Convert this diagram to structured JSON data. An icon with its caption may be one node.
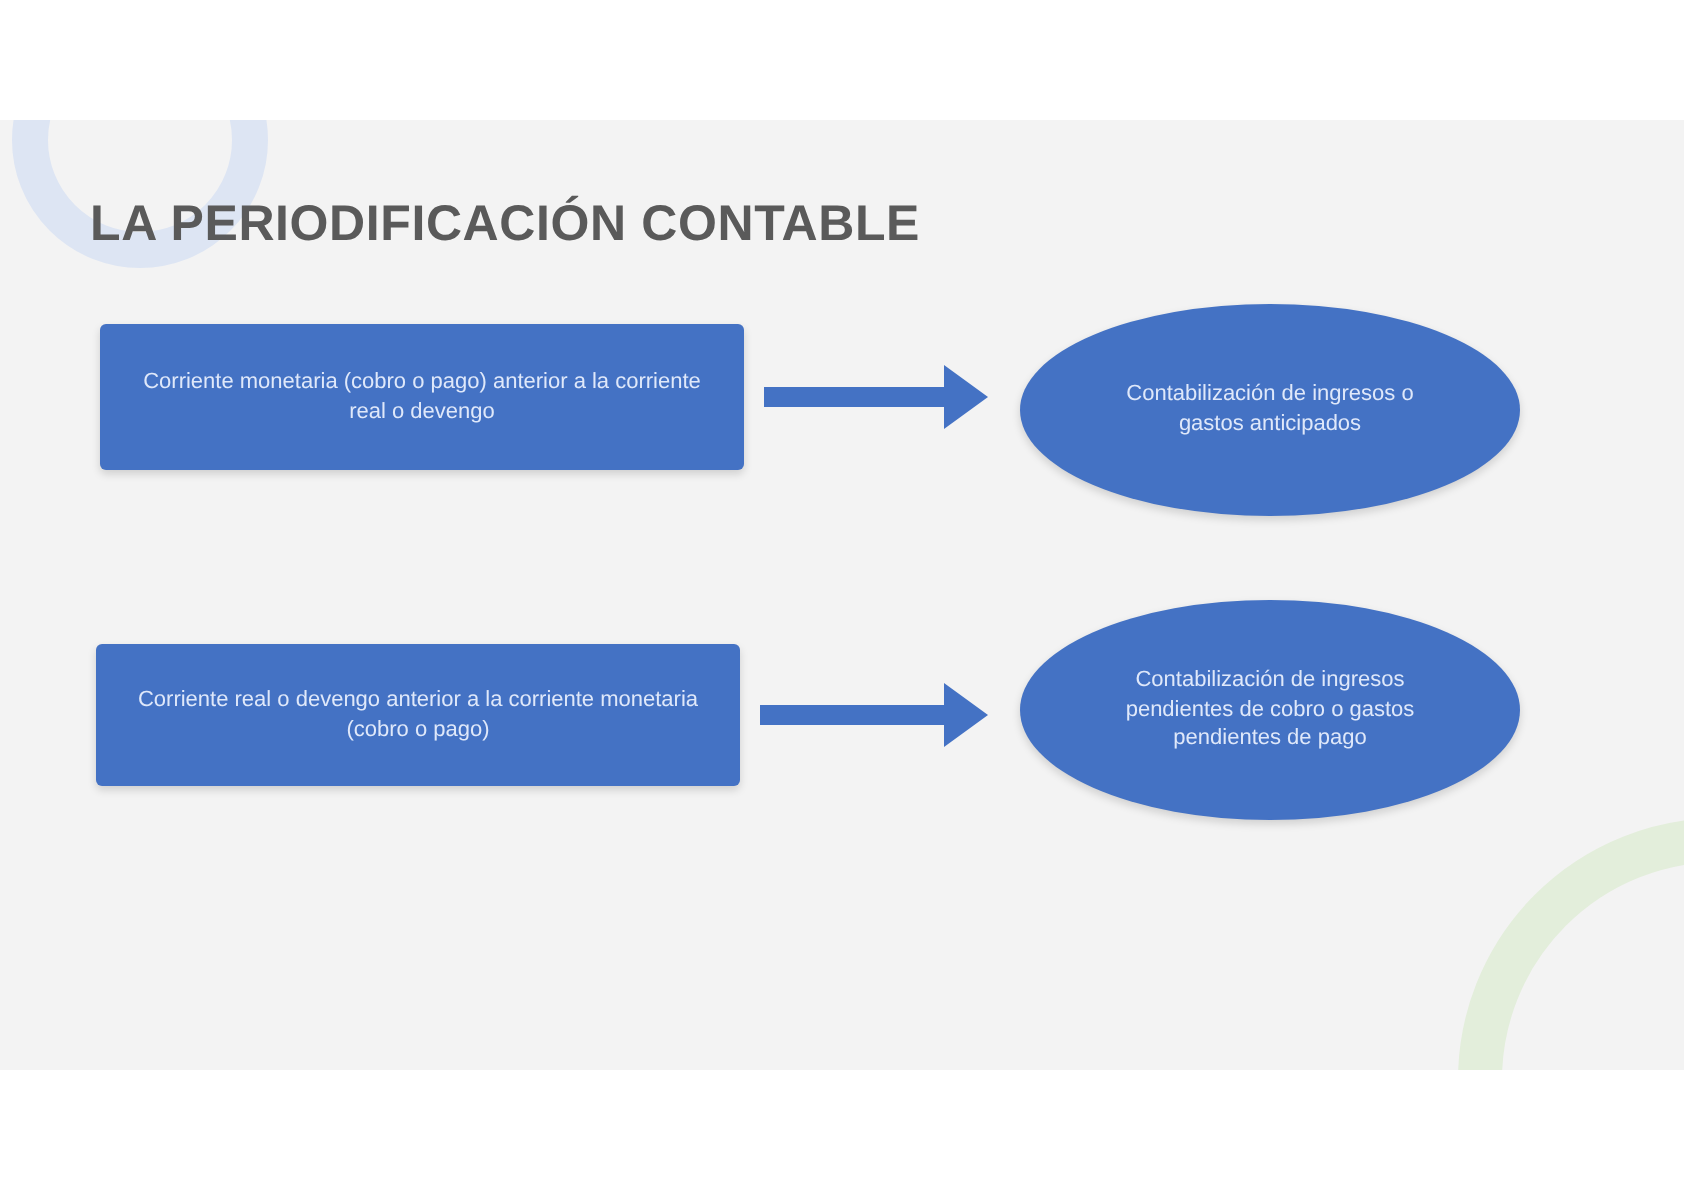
{
  "diagram": {
    "title": "LA PERIODIFICACIÓN CONTABLE",
    "nodes": [
      {
        "text": [
          "Corriente monetaria (cobro o pago) anterior a la corriente real o devengo"
        ]
      },
      {
        "text": [
          "Contabilización de ingresos o gastos anticipados"
        ]
      },
      {
        "text": [
          "Corriente real o devengo anterior a la corriente monetaria (cobro o pago)"
        ]
      },
      {
        "text": [
          "Contabilización de ingresos pendientes de cobro o gastos pendientes de pago"
        ]
      }
    ],
    "edges": [
      {
        "from": 0,
        "to": 1,
        "arrow": "to"
      },
      {
        "from": 2,
        "to": 3,
        "arrow": "to"
      }
    ]
  }
}
